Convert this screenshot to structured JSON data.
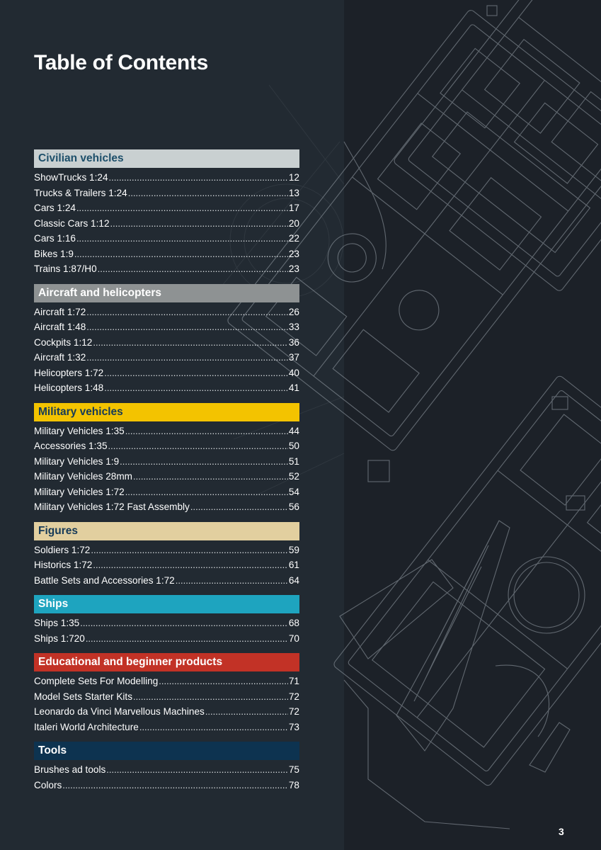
{
  "title": "Table of Contents",
  "page_number": "3",
  "sections": [
    {
      "heading": "Civilian vehicles",
      "bg": "#c9d0d1",
      "fg": "#1d4f6a",
      "entries": [
        {
          "name": "ShowTrucks 1:24",
          "page": "12"
        },
        {
          "name": "Trucks & Trailers 1:24",
          "page": "13"
        },
        {
          "name": "Cars 1:24",
          "page": "17"
        },
        {
          "name": "Classic Cars 1:12",
          "page": "20"
        },
        {
          "name": "Cars 1:16",
          "page": "22"
        },
        {
          "name": "Bikes 1:9",
          "page": "23"
        },
        {
          "name": "Trains 1:87/H0",
          "page": "23"
        }
      ]
    },
    {
      "heading": "Aircraft and helicopters",
      "bg": "#8e9293",
      "fg": "#ffffff",
      "entries": [
        {
          "name": "Aircraft 1:72",
          "page": "26"
        },
        {
          "name": "Aircraft 1:48",
          "page": "33"
        },
        {
          "name": "Cockpits 1:12",
          "page": "36"
        },
        {
          "name": "Aircraft 1:32",
          "page": "37"
        },
        {
          "name": "Helicopters 1:72",
          "page": "40"
        },
        {
          "name": "Helicopters 1:48",
          "page": "41"
        }
      ]
    },
    {
      "heading": "Military vehicles",
      "bg": "#f3c300",
      "fg": "#163a58",
      "entries": [
        {
          "name": "Military Vehicles 1:35",
          "page": "44"
        },
        {
          "name": "Accessories 1:35",
          "page": "50"
        },
        {
          "name": "Military Vehicles 1:9",
          "page": "51"
        },
        {
          "name": "Military Vehicles 28mm",
          "page": "52"
        },
        {
          "name": "Military Vehicles 1:72",
          "page": "54"
        },
        {
          "name": "Military Vehicles 1:72 Fast Assembly",
          "page": "56"
        }
      ]
    },
    {
      "heading": "Figures",
      "bg": "#e2cf9f",
      "fg": "#163a58",
      "entries": [
        {
          "name": "Soldiers 1:72",
          "page": "59"
        },
        {
          "name": "Historics 1:72",
          "page": "61"
        },
        {
          "name": "Battle Sets and Accessories 1:72",
          "page": "64"
        }
      ]
    },
    {
      "heading": "Ships",
      "bg": "#1ea4bf",
      "fg": "#ffffff",
      "entries": [
        {
          "name": "Ships 1:35",
          "page": "68"
        },
        {
          "name": "Ships 1:720",
          "page": "70"
        }
      ]
    },
    {
      "heading": "Educational and beginner products",
      "bg": "#c23226",
      "fg": "#ffffff",
      "entries": [
        {
          "name": "Complete Sets For Modelling",
          "page": "71"
        },
        {
          "name": "Model Sets Starter Kits",
          "page": "72"
        },
        {
          "name": "Leonardo da Vinci Marvellous Machines",
          "page": "72"
        },
        {
          "name": "Italeri World Architecture",
          "page": "73"
        }
      ]
    },
    {
      "heading": "Tools",
      "bg": "#0d3350",
      "fg": "#ffffff",
      "entries": [
        {
          "name": "Brushes ad tools",
          "page": "75"
        },
        {
          "name": "Colors",
          "page": "78"
        }
      ]
    }
  ]
}
